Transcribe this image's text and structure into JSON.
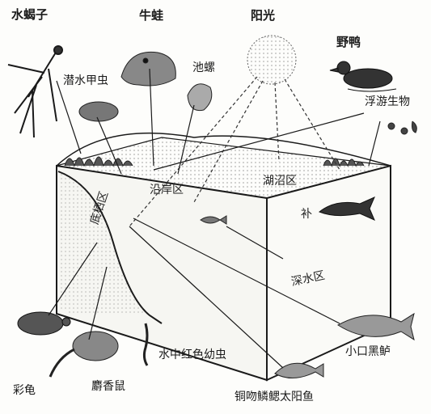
{
  "labels": {
    "water_strider": "水蝎子",
    "bullfrog": "牛蛙",
    "sunlight": "阳光",
    "wild_duck": "野鸭",
    "diving_beetle": "潜水甲虫",
    "snail": "池螺",
    "plankton": "浮游生物",
    "littoral_zone": "沿岸区",
    "marsh_zone": "湖沼区",
    "fish_small": "补",
    "benthic_zone": "底栖区",
    "deep_zone": "深水区",
    "painted_turtle": "彩龟",
    "muskrat": "麝香鼠",
    "red_larva": "水中红色幼虫",
    "bass": "小口黑鲈",
    "sunfish": "铜吻鳞鳃太阳鱼"
  },
  "colors": {
    "ink": "#1a1a1a",
    "paper": "#fdfdfb",
    "water": "#eeeeea"
  },
  "icons": [
    "water-strider-icon",
    "bullfrog-icon",
    "sun-icon",
    "duck-icon",
    "beetle-icon",
    "snail-icon",
    "plankton-icon",
    "pike-icon",
    "small-fish-icon",
    "turtle-icon",
    "muskrat-icon",
    "larva-icon",
    "bass-icon",
    "sunfish-icon"
  ]
}
